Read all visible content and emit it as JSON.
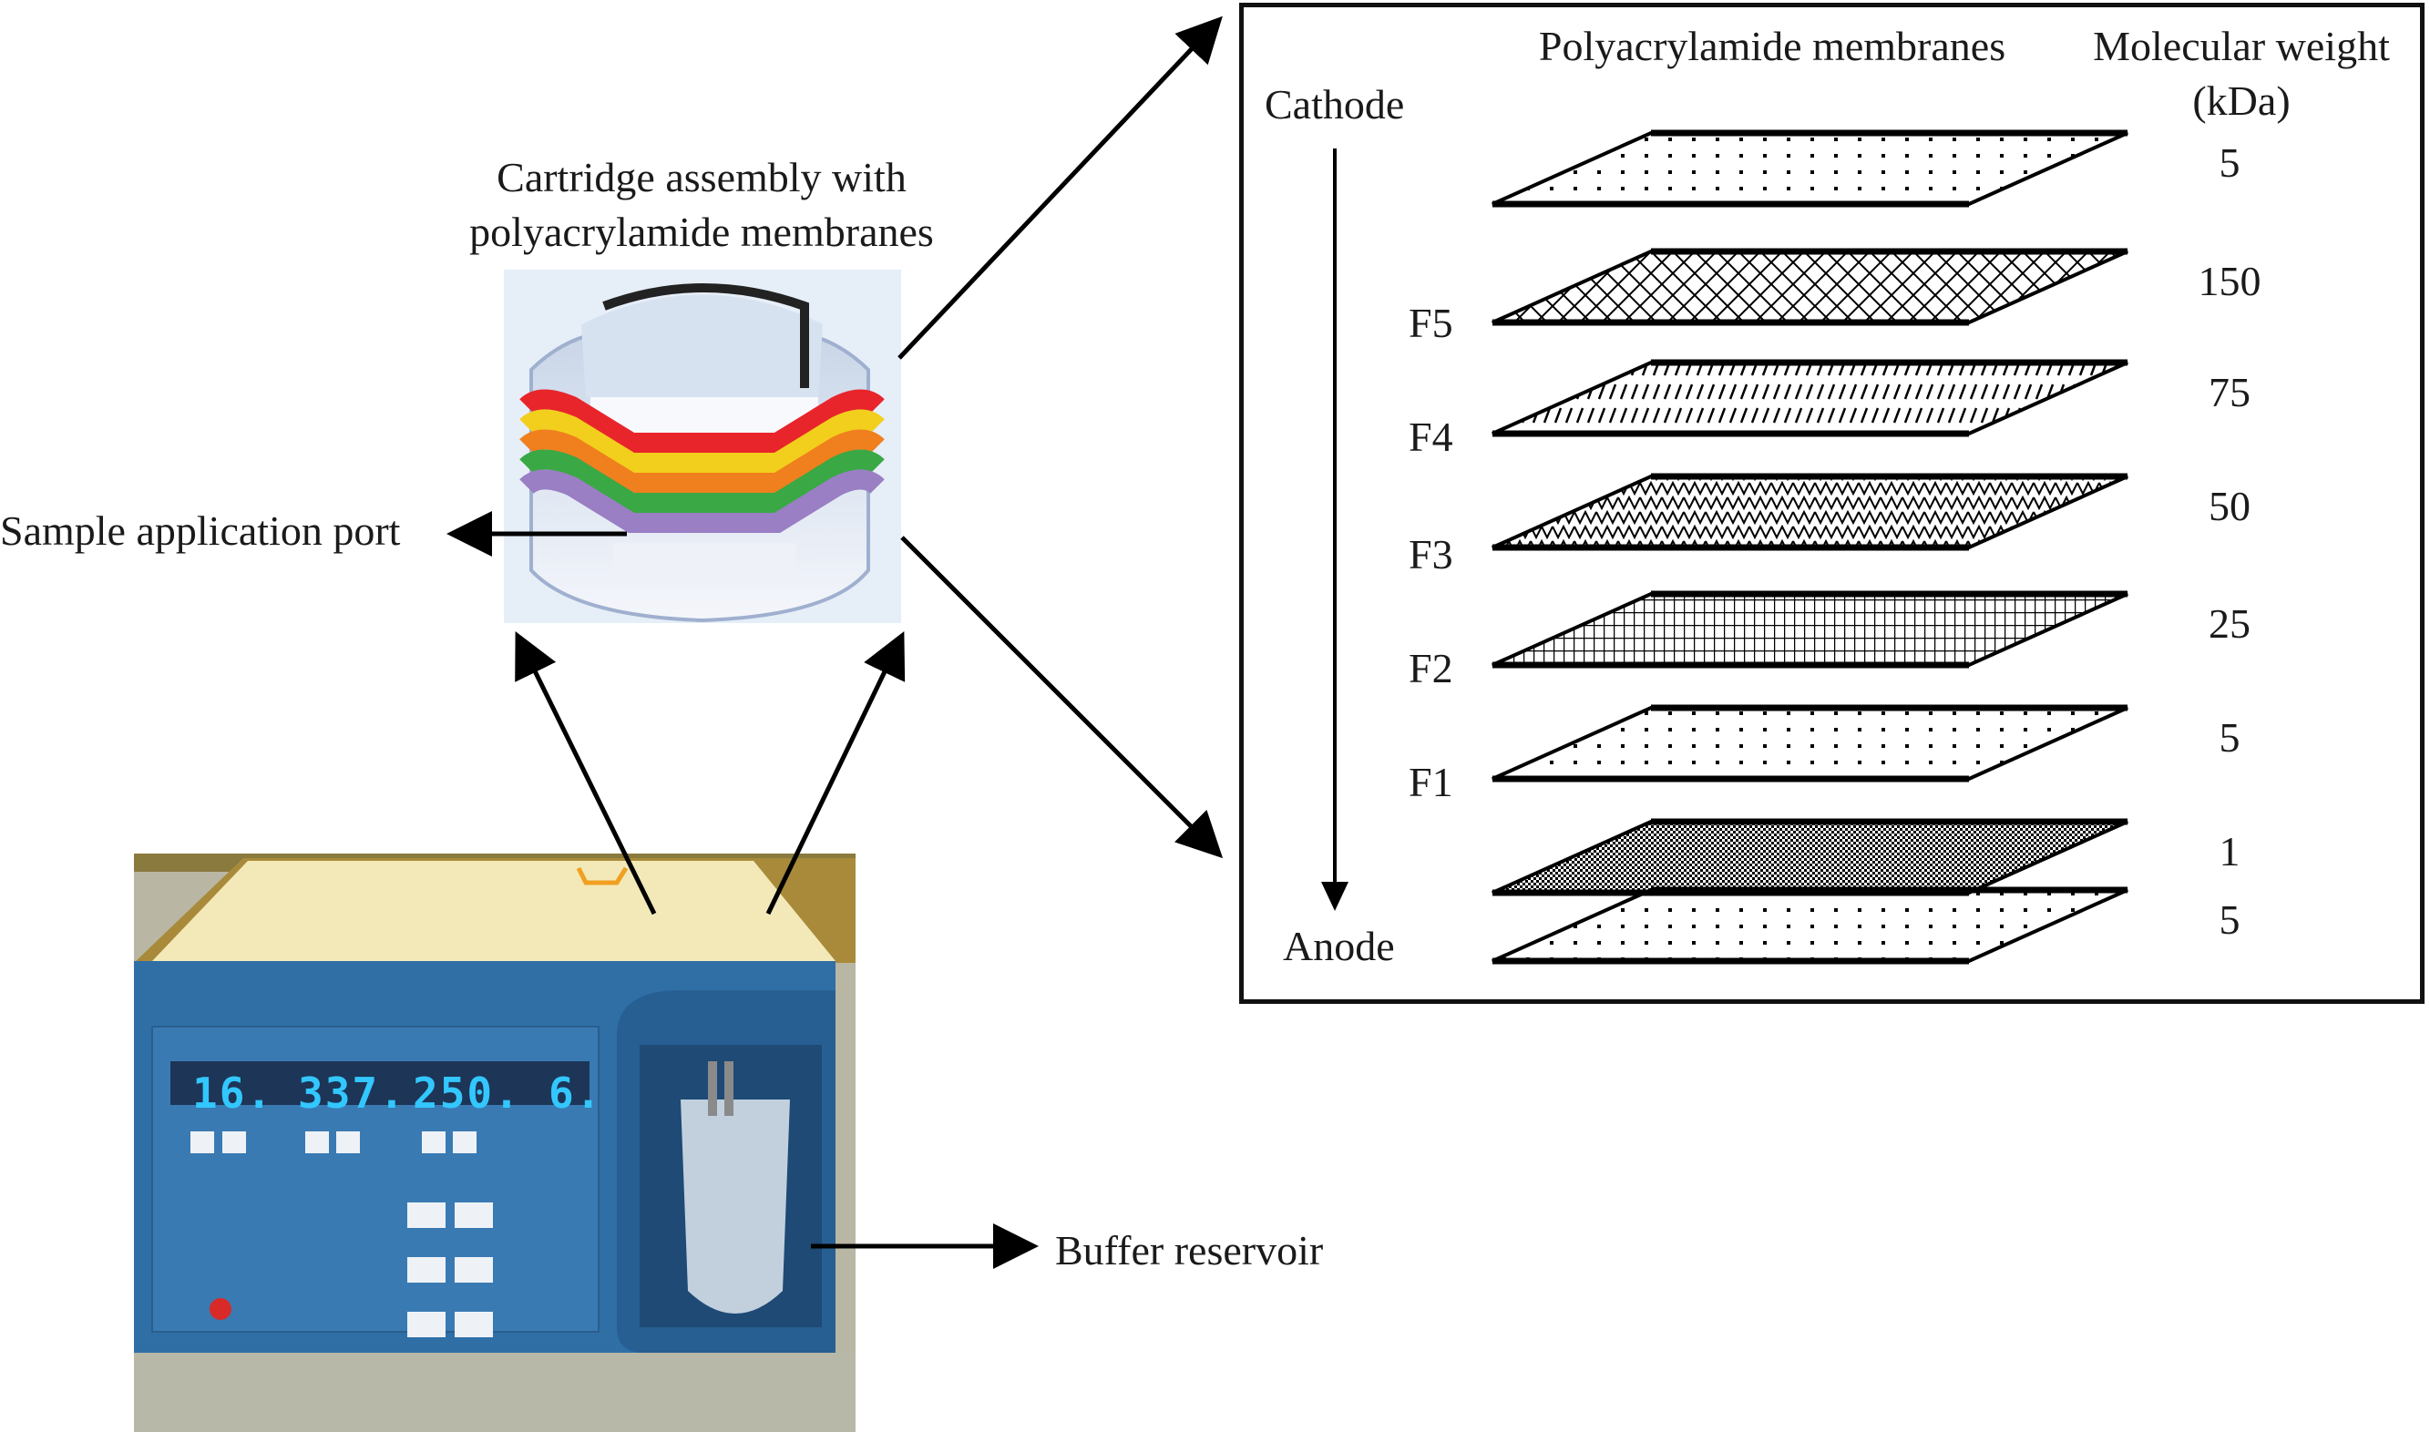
{
  "labels": {
    "cartridge_title_line1": "Cartridge assembly with",
    "cartridge_title_line2": "polyacrylamide membranes",
    "sample_port": "Sample application port",
    "buffer_reservoir": "Buffer reservoir"
  },
  "panel": {
    "membranes_header": "Polyacrylamide membranes",
    "mw_header_line1": "Molecular weight",
    "mw_header_line2": "(kDa)",
    "cathode": "Cathode",
    "anode": "Anode",
    "layers": [
      {
        "fraction": "",
        "mw": "5",
        "pattern": "dots"
      },
      {
        "fraction": "",
        "mw": "150",
        "pattern": "crosshatch-diamond"
      },
      {
        "fraction": "F5",
        "mw": "75",
        "pattern": "slashes"
      },
      {
        "fraction": "F4",
        "mw": "50",
        "pattern": "zigzag"
      },
      {
        "fraction": "F3",
        "mw": "25",
        "pattern": "grid"
      },
      {
        "fraction": "F2",
        "mw": "5",
        "pattern": "dots"
      },
      {
        "fraction": "F1",
        "mw": "1",
        "pattern": "dense-checker"
      },
      {
        "fraction": "",
        "mw": "5",
        "pattern": "dots"
      }
    ]
  },
  "instrument": {
    "readouts": [
      "16.",
      "337.",
      "250.",
      "6."
    ]
  },
  "colors": {
    "instrument_blue": "#2f6fa6",
    "instrument_top": "#f3e9b8",
    "display_digits": "#33c7ff",
    "cartridge_bands": [
      "#e8252b",
      "#f2cf1c",
      "#f07f1e",
      "#3aa845",
      "#9a7fc4"
    ]
  }
}
